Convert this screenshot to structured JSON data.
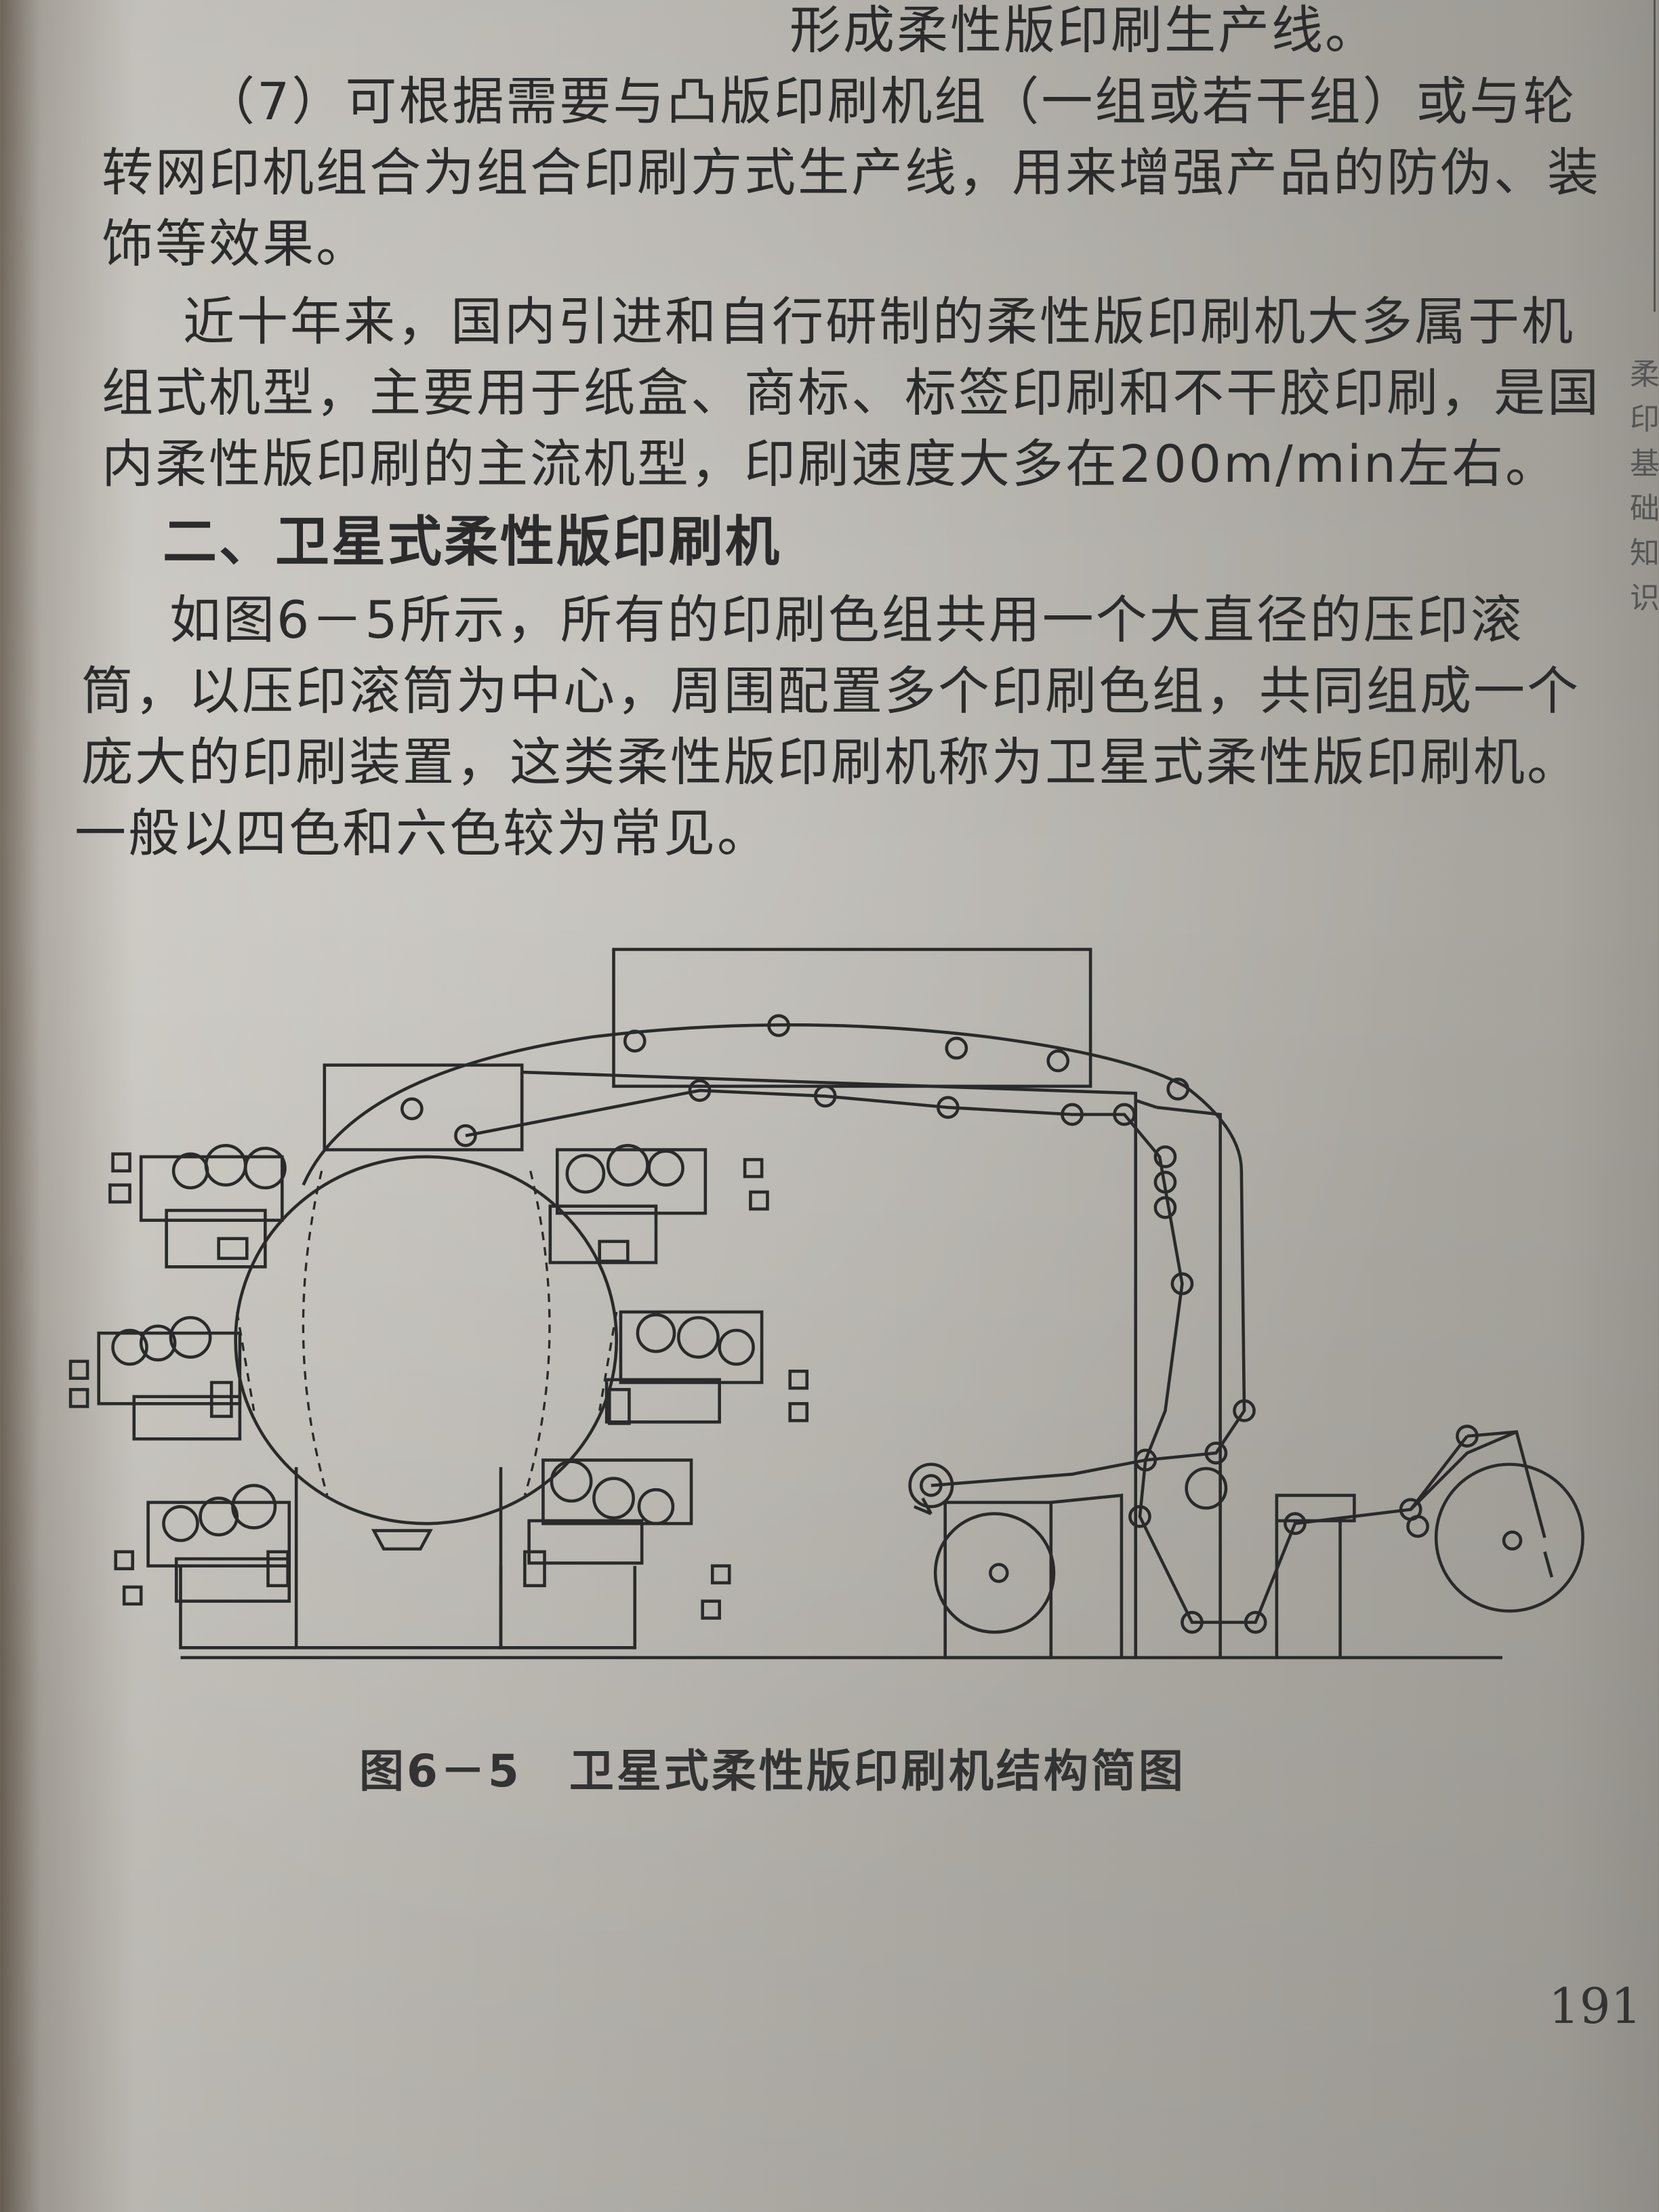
{
  "page": {
    "top_fragment": "形成柔性版印刷生产线。",
    "para1": [
      "（7）可根据需要与凸版印刷机组（一组或若干组）或与轮",
      "转网印机组合为组合印刷方式生产线，用来增强产品的防伪、装",
      "饰等效果。"
    ],
    "para2": [
      "近十年来，国内引进和自行研制的柔性版印刷机大多属于机",
      "组式机型，主要用于纸盒、商标、标签印刷和不干胶印刷，是国",
      "内柔性版印刷的主流机型，印刷速度大多在200m/min左右。"
    ],
    "section_heading": "二、卫星式柔性版印刷机",
    "para3": [
      "如图6－5所示，所有的印刷色组共用一个大直径的压印滚",
      "筒，以压印滚筒为中心，周围配置多个印刷色组，共同组成一个",
      "庞大的印刷装置，这类柔性版印刷机称为卫星式柔性版印刷机。",
      "一般以四色和六色较为常见。"
    ],
    "figure_caption": "图6－5　卫星式柔性版印刷机结构简图",
    "page_number": "191",
    "side_tab": "柔印基础知识"
  }
}
